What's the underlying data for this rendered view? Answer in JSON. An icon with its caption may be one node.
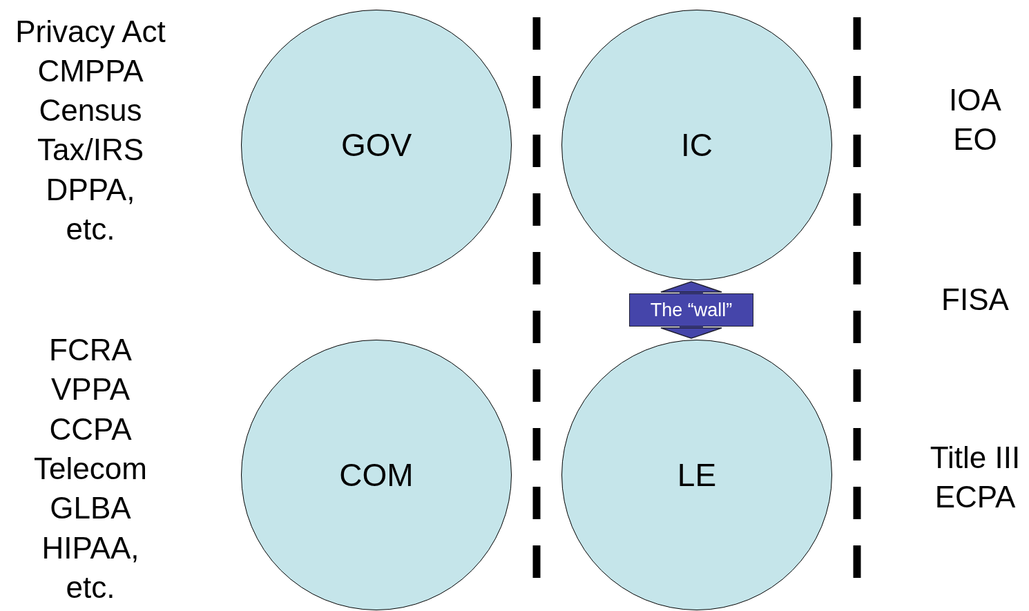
{
  "diagram": {
    "nodes": [
      {
        "text": [
          "GOV"
        ]
      },
      {
        "text": [
          "IC"
        ]
      },
      {
        "text": [
          "COM"
        ]
      },
      {
        "text": [
          "LE"
        ]
      }
    ],
    "edges": [
      {
        "from": 1,
        "to": 3,
        "arrow": "both",
        "label": "The “wall”"
      }
    ],
    "labels": [
      "Privacy Act",
      "CMPPA",
      "Census",
      "Tax/IRS",
      "DPPA,",
      "etc.",
      "IOA",
      "EO",
      "FISA",
      "FCRA",
      "VPPA",
      "CCPA",
      "Telecom",
      "GLBA",
      "HIPAA,",
      "etc.",
      "Title III",
      "ECPA"
    ]
  }
}
